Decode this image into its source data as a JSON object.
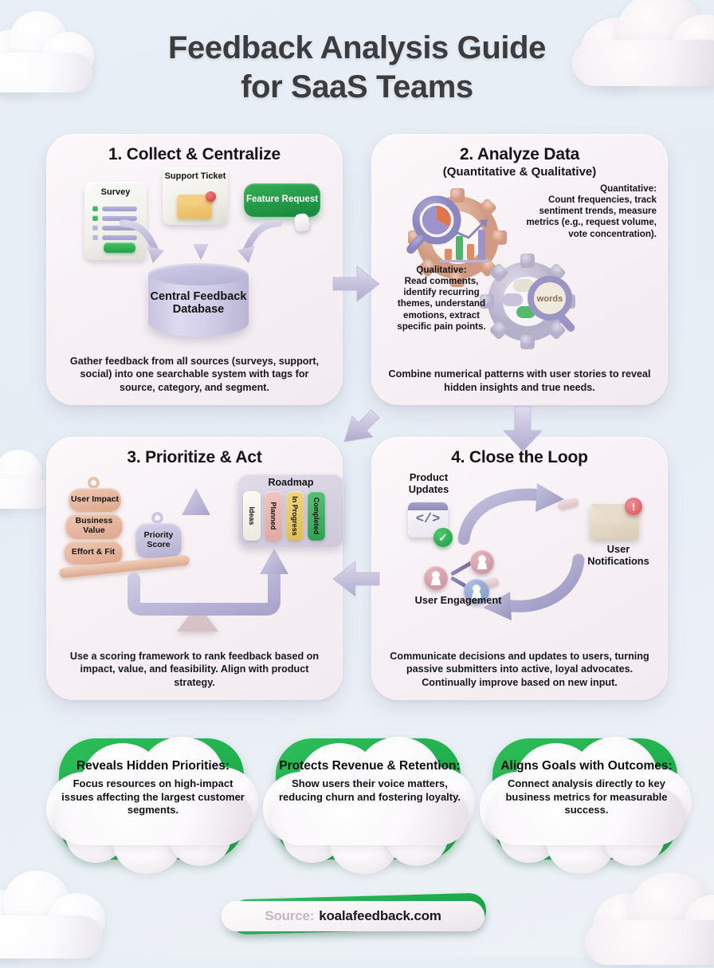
{
  "title": {
    "line1": "Feedback Analysis Guide",
    "line2": "for SaaS Teams"
  },
  "colors": {
    "background": "#e9eff6",
    "card": "#f7f1f5",
    "accent_green": "#1fa845",
    "accent_lavender": "#c5c1dd",
    "accent_peach": "#ddab9a",
    "text": "#151517"
  },
  "steps": [
    {
      "title": "1. Collect & Centralize",
      "footer": "Gather feedback from all sources (surveys, support, social) into one searchable system with tags for source, category, and segment.",
      "sources": [
        {
          "label": "Survey"
        },
        {
          "label": "Support Ticket"
        },
        {
          "label": "Feature Request"
        }
      ],
      "database": "Central Feedback Database"
    },
    {
      "title": "2. Analyze Data",
      "subtitle": "(Quantitative & Qualitative)",
      "footer": "Combine numerical patterns with user stories to reveal hidden insights and true needs.",
      "notes": [
        {
          "heading": "Quantitative:",
          "body": "Count frequencies, track sentiment trends, measure metrics (e.g., request volume, vote concentration)."
        },
        {
          "heading": "Qualitative:",
          "body": "Read comments, identify recurring themes, understand emotions, extract specific pain points."
        }
      ],
      "word_cloud": "words"
    },
    {
      "title": "3. Prioritize & Act",
      "footer": "Use a scoring framework to rank feedback based on impact, value, and feasibility. Align with product strategy.",
      "weights": [
        {
          "label": "User Impact"
        },
        {
          "label": "Business Value"
        },
        {
          "label": "Effort & Fit"
        }
      ],
      "score_weight": "Priority Score",
      "roadmap": {
        "title": "Roadmap",
        "columns": [
          "Ideas",
          "Planned",
          "In Progress",
          "Completed"
        ]
      }
    },
    {
      "title": "4. Close the Loop",
      "footer": "Communicate decisions and updates to users, turning passive submitters into active, loyal advocates. Continually improve based on new input.",
      "nodes": [
        {
          "label": "Product Updates"
        },
        {
          "label": "User Notifications"
        },
        {
          "label": "User Engagement"
        }
      ]
    }
  ],
  "connectors": [
    {
      "name": "step1-to-step2",
      "direction": "right"
    },
    {
      "name": "step2-to-step3",
      "direction": "down-left"
    },
    {
      "name": "step2-to-step4",
      "direction": "down"
    },
    {
      "name": "step3-to-step4",
      "direction": "left"
    }
  ],
  "benefits": [
    {
      "heading": "Reveals Hidden Priorities:",
      "body": "Focus resources on high-impact issues affecting the largest customer segments."
    },
    {
      "heading": "Protects Revenue & Retention:",
      "body": "Show users their voice matters, reducing churn and fostering loyalty."
    },
    {
      "heading": "Aligns Goals with Outcomes:",
      "body": "Connect analysis directly to key business metrics for measurable success."
    }
  ],
  "footer": {
    "source_label": "Source:",
    "source_url": "koalafeedback.com"
  }
}
